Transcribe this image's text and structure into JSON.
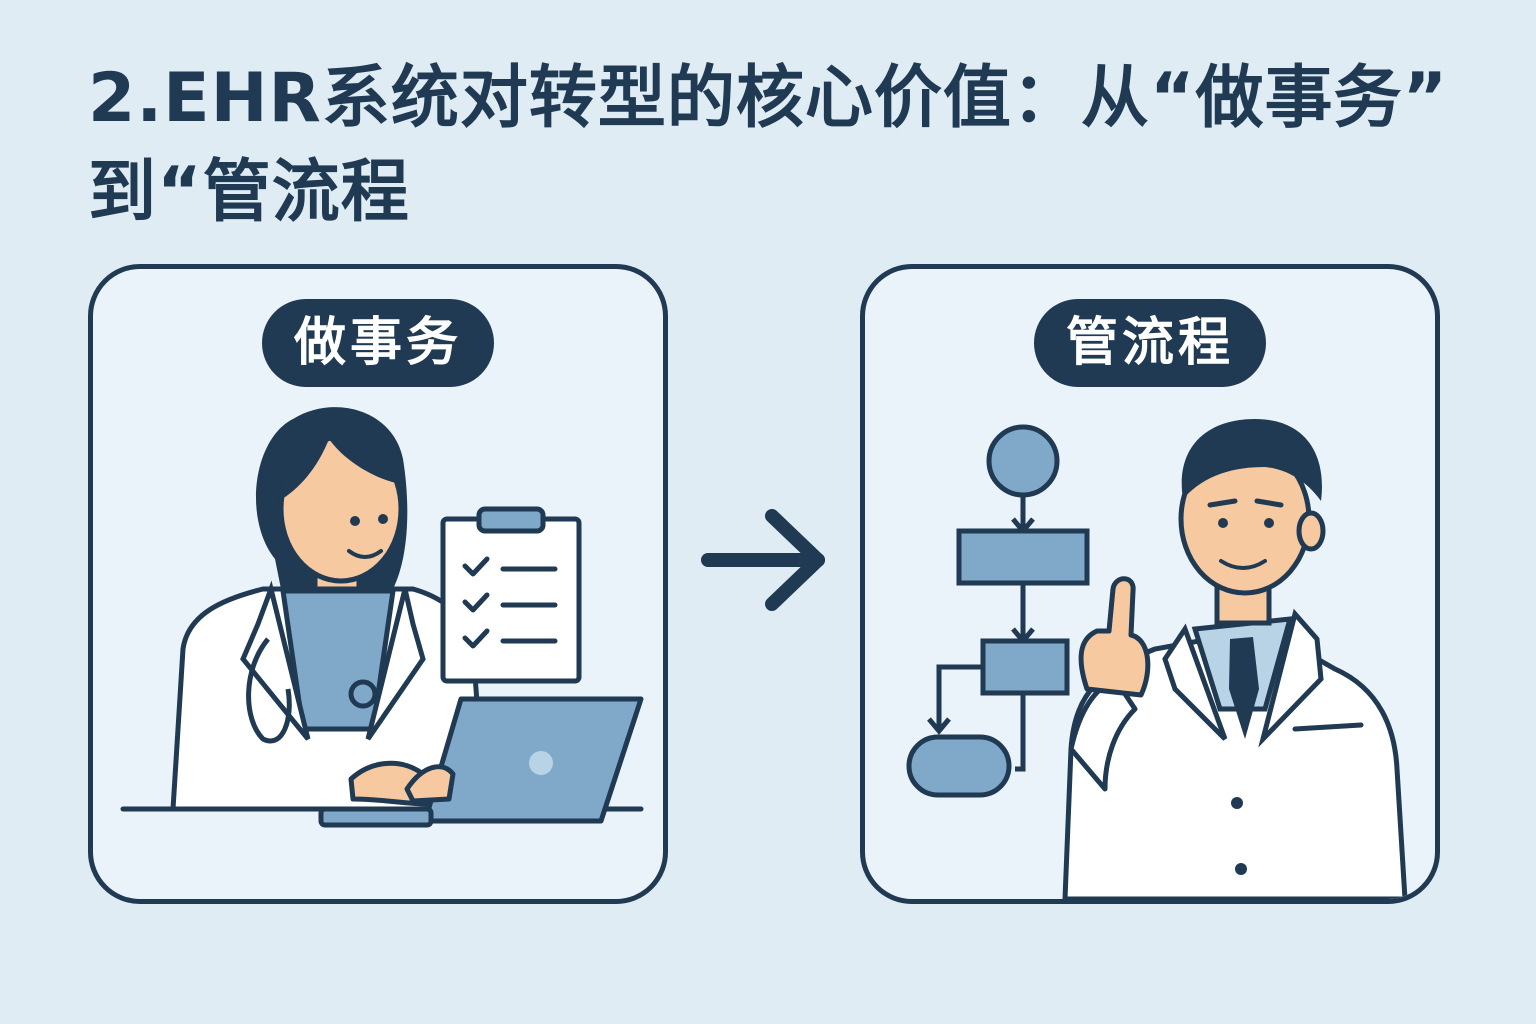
{
  "title": {
    "line1": "2.EHR系统对转型的核心价值：从“做事务”",
    "line2": "到“管流程"
  },
  "left_panel": {
    "label": "做事务",
    "illustration": "doctor-at-laptop-with-checklist"
  },
  "right_panel": {
    "label": "管流程",
    "illustration": "doctor-with-flowchart"
  },
  "arrow_icon": "arrow-right-icon",
  "colors": {
    "background": "#dfecf4",
    "navy": "#1f3a52",
    "panel_fill": "#eaf3f9",
    "accent_blue": "#7fa8c9",
    "skin": "#f6c9a0",
    "coat": "#ffffff"
  }
}
